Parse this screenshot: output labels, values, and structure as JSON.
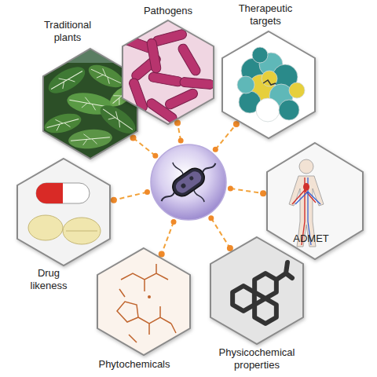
{
  "diagram": {
    "nodes": [
      {
        "text": [
          "Traditional plants"
        ]
      },
      {
        "text": [
          "Pathogens"
        ]
      },
      {
        "text": [
          "Therapeutic targets"
        ]
      },
      {
        "text": [
          "ADMET"
        ]
      },
      {
        "text": [
          "Physicochemical properties"
        ]
      },
      {
        "text": [
          "Phytochemicals"
        ]
      },
      {
        "text": [
          "Drug likeness"
        ]
      }
    ]
  }
}
